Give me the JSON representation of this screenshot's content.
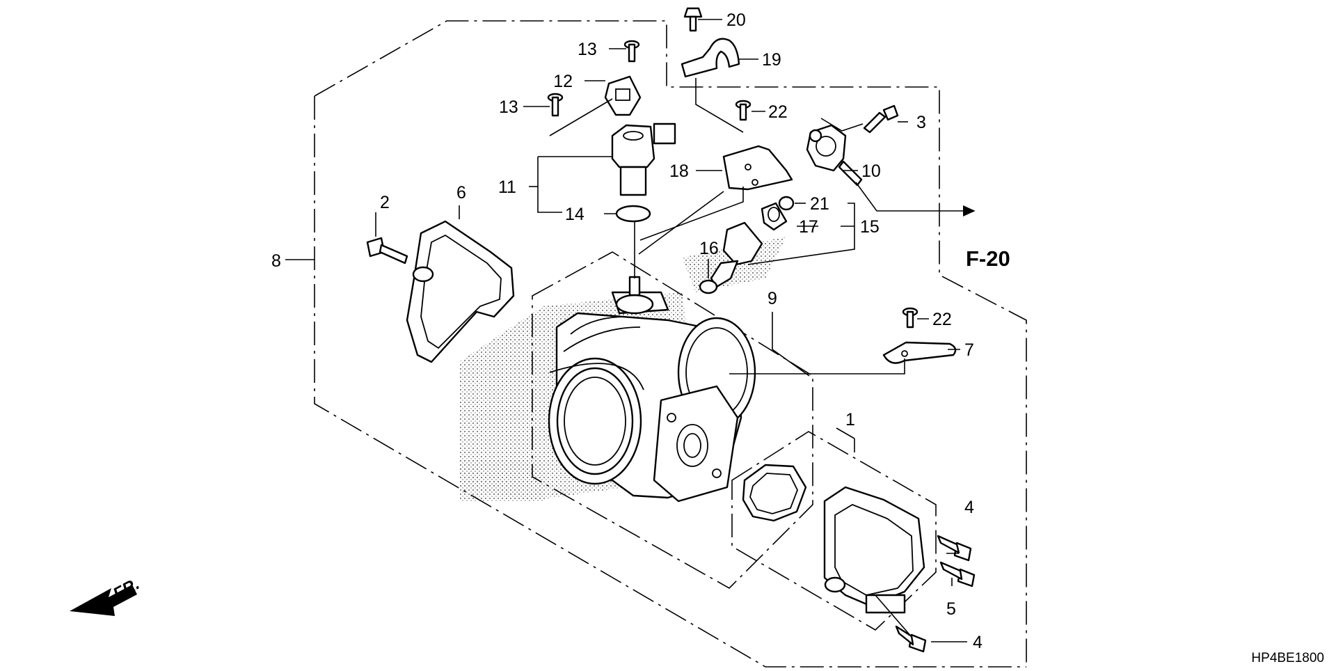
{
  "diagram": {
    "ref_code": "F-20",
    "diagram_code": "HP4BE1800",
    "direction_label": "FR.",
    "callouts": [
      {
        "num": "1"
      },
      {
        "num": "2"
      },
      {
        "num": "3"
      },
      {
        "num": "4"
      },
      {
        "num": "4"
      },
      {
        "num": "5"
      },
      {
        "num": "6"
      },
      {
        "num": "7"
      },
      {
        "num": "8"
      },
      {
        "num": "9"
      },
      {
        "num": "10"
      },
      {
        "num": "11"
      },
      {
        "num": "12"
      },
      {
        "num": "13"
      },
      {
        "num": "13"
      },
      {
        "num": "14"
      },
      {
        "num": "15"
      },
      {
        "num": "16"
      },
      {
        "num": "17"
      },
      {
        "num": "18"
      },
      {
        "num": "19"
      },
      {
        "num": "20"
      },
      {
        "num": "21"
      },
      {
        "num": "22"
      },
      {
        "num": "22"
      }
    ]
  },
  "colors": {
    "ink": "#000000",
    "paper": "#ffffff",
    "screen": "#9a9a9a"
  }
}
